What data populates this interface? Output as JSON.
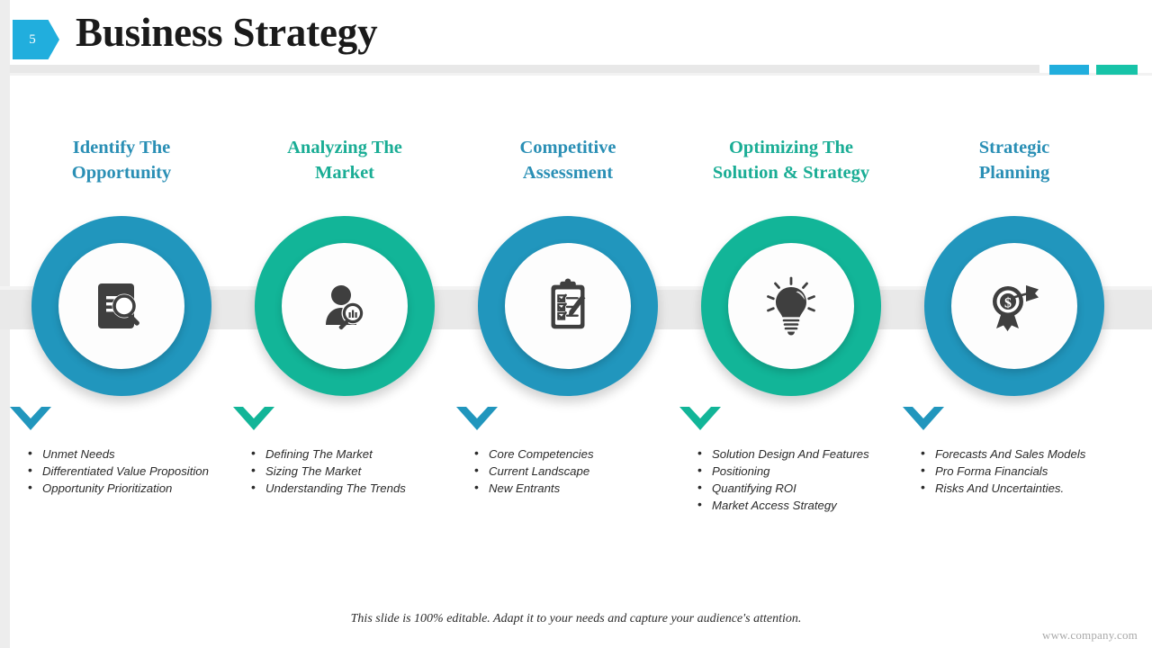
{
  "header": {
    "slide_number": "5",
    "title": "Business Strategy",
    "deco_color_a": "#21aedd",
    "deco_color_b": "#17c3a8"
  },
  "theme": {
    "blue": "#2196bd",
    "teal": "#12b598",
    "title_blue": "#2a8fb5",
    "title_teal": "#1aad95",
    "icon_dark": "#3f3f3f",
    "band_gray": "#e9e9e9"
  },
  "columns": [
    {
      "title": "Identify The\nOpportunity",
      "title_line1": "Identify The",
      "title_line2": "Opportunity",
      "color": "#2196bd",
      "title_color": "#2a8fb5",
      "icon": "document-search-icon",
      "bullets": [
        "Unmet Needs",
        "Differentiated Value Proposition",
        "Opportunity Prioritization"
      ]
    },
    {
      "title": "Analyzing The\nMarket",
      "title_line1": "Analyzing The",
      "title_line2": "Market",
      "color": "#12b598",
      "title_color": "#1aad95",
      "icon": "person-search-icon",
      "bullets": [
        "Defining The Market",
        "Sizing The Market",
        "Understanding The Trends"
      ]
    },
    {
      "title": "Competitive\nAssessment",
      "title_line1": "Competitive",
      "title_line2": "Assessment",
      "color": "#2196bd",
      "title_color": "#2a8fb5",
      "icon": "clipboard-checklist-icon",
      "bullets": [
        "Core Competencies",
        "Current Landscape",
        "New Entrants"
      ]
    },
    {
      "title": "Optimizing The\nSolution & Strategy",
      "title_line1": "Optimizing The",
      "title_line2": "Solution & Strategy",
      "color": "#12b598",
      "title_color": "#1aad95",
      "icon": "lightbulb-icon",
      "bullets": [
        "Solution Design And Features",
        "Positioning",
        "Quantifying ROI",
        "Market Access Strategy"
      ]
    },
    {
      "title": "Strategic\nPlanning",
      "title_line1": "Strategic",
      "title_line2": "Planning",
      "color": "#2196bd",
      "title_color": "#2a8fb5",
      "icon": "target-money-award-icon",
      "bullets": [
        "Forecasts And Sales Models",
        "Pro Forma Financials",
        "Risks And Uncertainties."
      ]
    }
  ],
  "footer": {
    "note": "This slide is 100% editable. Adapt it to your needs and capture your audience's attention.",
    "website": "www.company.com"
  }
}
